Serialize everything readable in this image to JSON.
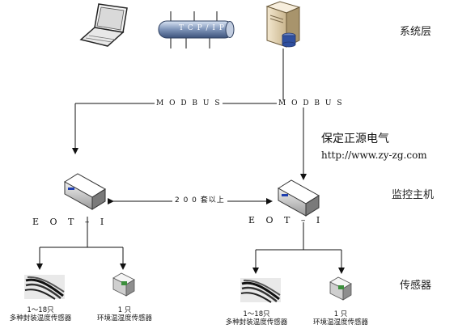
{
  "layers": {
    "system": "系统层",
    "monitor": "监控主机",
    "sensor": "传感器"
  },
  "network": {
    "tcpip_label": "T C P / I P"
  },
  "links": {
    "modbus_left": "M O D B U S",
    "modbus_right": "M O D B U S",
    "sets_note": "2 0 0 套以上"
  },
  "company": {
    "name": "保定正源电气",
    "url": "http://www.zy-zg.com"
  },
  "hosts": {
    "left_label": "E O T – I",
    "right_label": "E O T – I"
  },
  "sensors": {
    "left_temp_count": "1～18只",
    "left_temp_desc": "多种封装温度传感器",
    "left_env_count": "1 只",
    "left_env_desc": "环境温湿度传感器",
    "right_temp_count": "1～18只",
    "right_temp_desc": "多种封装温度传感器",
    "right_env_count": "1 只",
    "right_env_desc": "环境温湿度传感器"
  }
}
